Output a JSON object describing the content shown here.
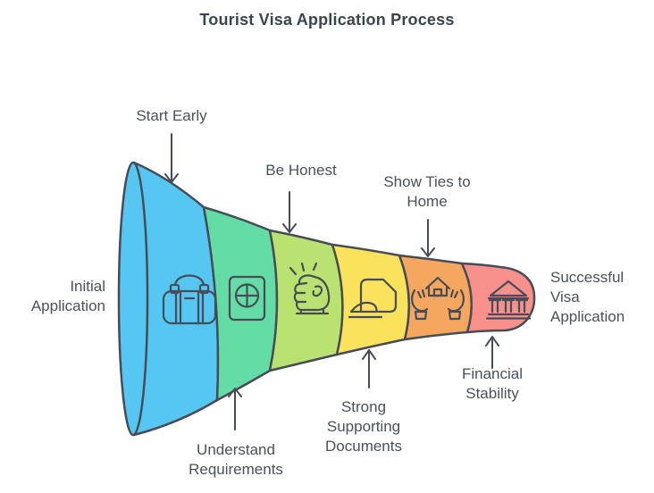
{
  "title": "Tourist Visa Application Process",
  "funnel": {
    "entry_label": "Initial\nApplication",
    "exit_label": "Successful\nVisa\nApplication",
    "stages": [
      {
        "label": "Start Early",
        "icon": "travel-bag-icon",
        "color": "#56C7F2",
        "label_side": "top"
      },
      {
        "label": "Understand\nRequirements",
        "icon": "passport-icon",
        "color": "#64DCA5",
        "label_side": "bottom"
      },
      {
        "label": "Be Honest",
        "icon": "raised-fist-icon",
        "color": "#BAE270",
        "label_side": "top"
      },
      {
        "label": "Strong\nSupporting\nDocuments",
        "icon": "document-icon",
        "color": "#FAE25C",
        "label_side": "bottom"
      },
      {
        "label": "Show Ties to\nHome",
        "icon": "home-in-hands-icon",
        "color": "#F6A75F",
        "label_side": "top"
      },
      {
        "label": "Financial\nStability",
        "icon": "bank-icon",
        "color": "#F8918B",
        "label_side": "bottom"
      }
    ]
  },
  "style": {
    "outline_color": "#474D57",
    "text_color": "#4B515A"
  }
}
